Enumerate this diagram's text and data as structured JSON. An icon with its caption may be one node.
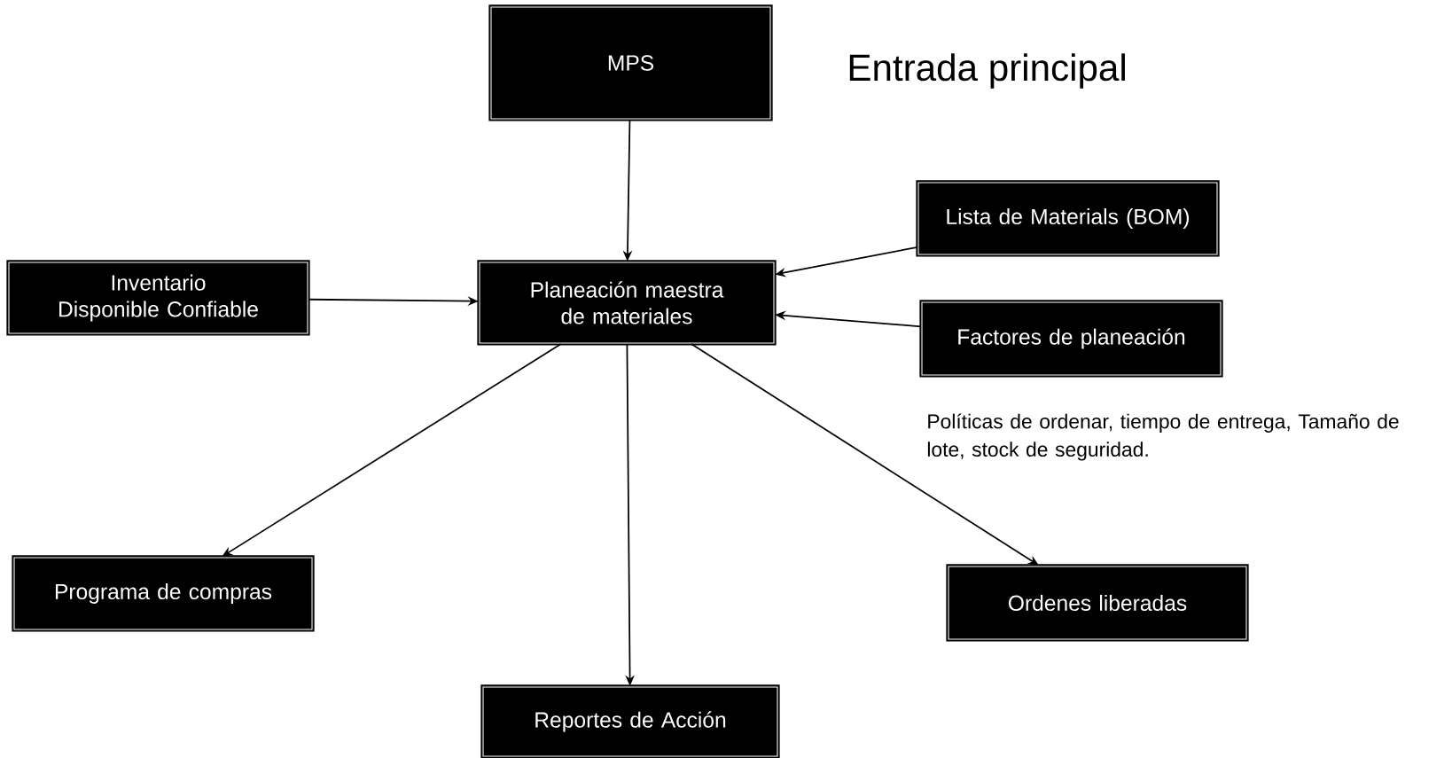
{
  "diagram": {
    "nodes": [
      {
        "text": [
          "MPS"
        ]
      },
      {
        "text": [
          "Lista de Materials (BOM)"
        ]
      },
      {
        "text": [
          "Inventario Disponible Confiable"
        ]
      },
      {
        "text": [
          "Planeación maestra de materiales"
        ]
      },
      {
        "text": [
          "Factores de planeación"
        ]
      },
      {
        "text": [
          "Programa de compras"
        ]
      },
      {
        "text": [
          "Ordenes liberadas"
        ]
      },
      {
        "text": [
          "Reportes de Acción"
        ]
      }
    ],
    "edges": [
      {
        "from": 0,
        "to": 3,
        "arrow": "to"
      },
      {
        "from": 2,
        "to": 3,
        "arrow": "to"
      },
      {
        "from": 1,
        "to": 3,
        "arrow": "to"
      },
      {
        "from": 4,
        "to": 3,
        "arrow": "to"
      },
      {
        "from": 3,
        "to": 5,
        "arrow": "to"
      },
      {
        "from": 3,
        "to": 7,
        "arrow": "to"
      },
      {
        "from": 3,
        "to": 6,
        "arrow": "to"
      }
    ],
    "labels": [
      "Entrada principal",
      "Políticas de ordenar, tiempo de entrega, Tamaño de lote, stock de seguridad."
    ]
  }
}
